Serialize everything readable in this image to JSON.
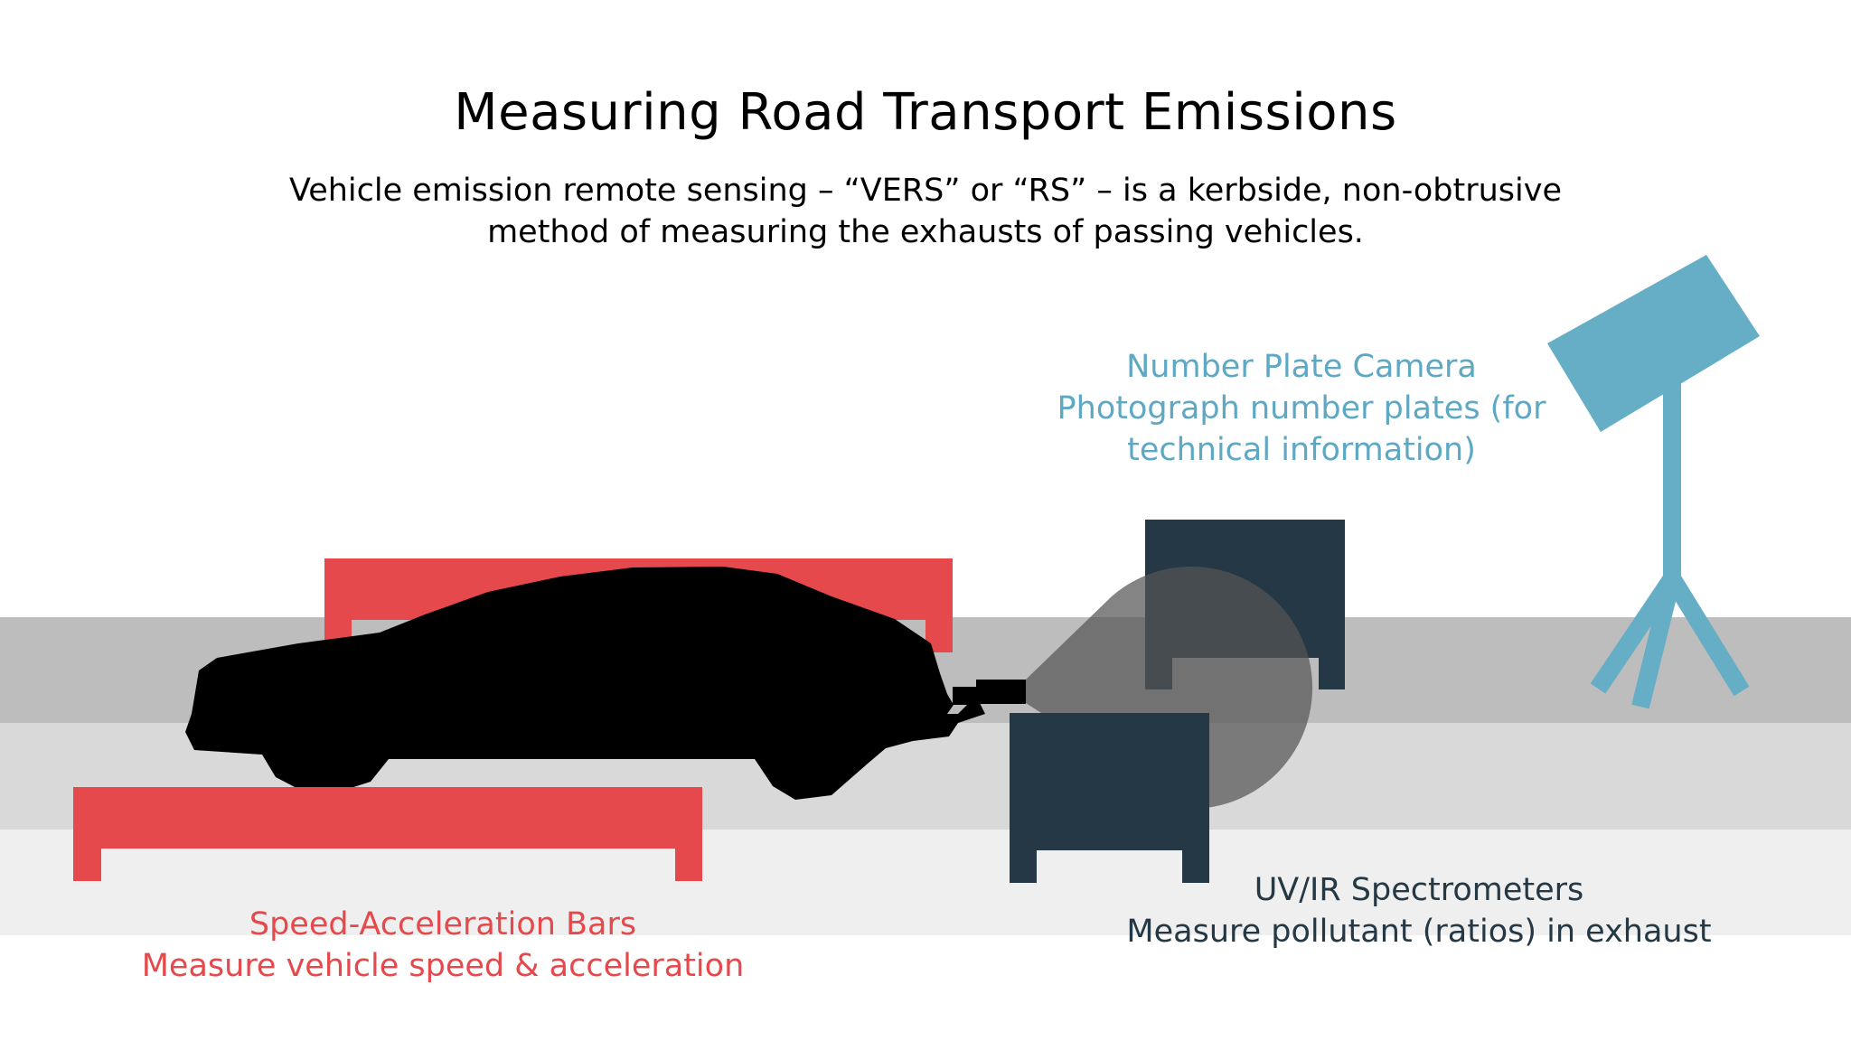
{
  "title": "Measuring Road Transport Emissions",
  "subtitle": "Vehicle emission remote sensing – “VERS” or “RS” – is a kerbside, non-obtrusive method of measuring the exhausts of passing vehicles.",
  "camera": {
    "heading": "Number Plate Camera",
    "line1": "Photograph number plates (for",
    "line2": "technical information)"
  },
  "bars": {
    "heading": "Speed-Acceleration Bars",
    "line1": "Measure vehicle speed & acceleration"
  },
  "spectrometers": {
    "heading": "UV/IR Spectrometers",
    "line1": "Measure pollutant (ratios) in exhaust"
  },
  "colors": {
    "red": "#e6494c",
    "blue": "#65aec6",
    "dark": "#243845",
    "road_dark": "#bdbdbd",
    "road_mid": "#d9d9d9",
    "road_light": "#efefef",
    "beam": "#555555",
    "car": "#000000"
  }
}
